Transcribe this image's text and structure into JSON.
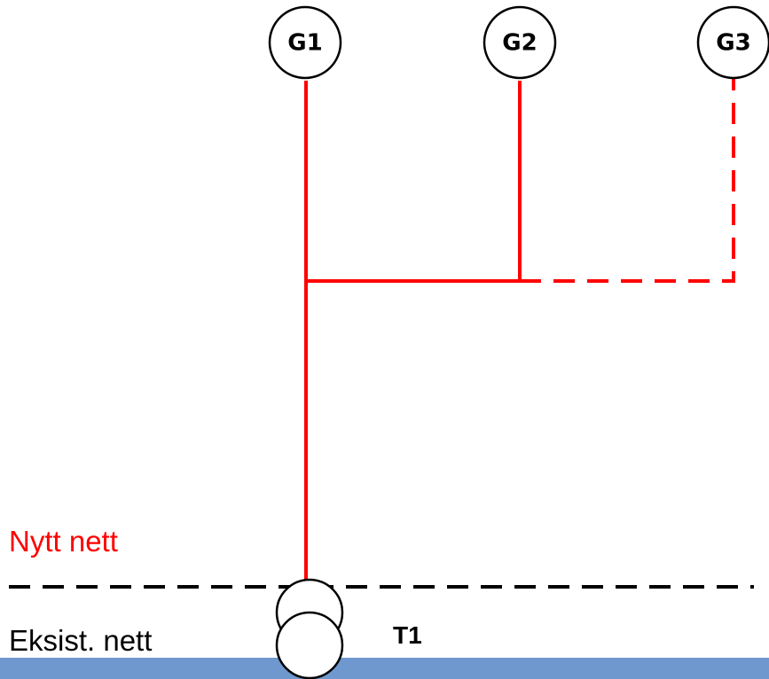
{
  "labels": {
    "new_grid": "Nytt nett",
    "existing_grid": "Eksist. nett",
    "transformer": "T1"
  },
  "generators": [
    {
      "label": "G1",
      "connection": "built"
    },
    {
      "label": "G2",
      "connection": "built"
    },
    {
      "label": "G3",
      "connection": "planned"
    }
  ],
  "colors": {
    "new_grid_line": "#ff0000",
    "boundary_line": "#000000",
    "symbol_stroke": "#000000",
    "new_grid_text": "#ff0000",
    "existing_grid_text": "#000000",
    "bottom_band": "#6f98cf"
  }
}
